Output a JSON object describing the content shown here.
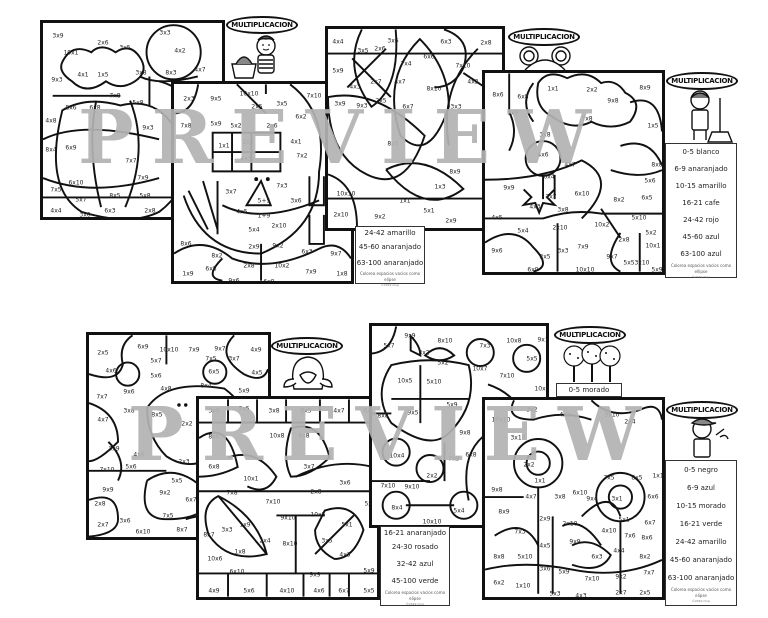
{
  "badge_text": "MULTIPLICACION",
  "watermark": "PREVIEW",
  "top_row": {
    "sheet1": {
      "character": "boy-with-basket",
      "cells": [
        "3x9",
        "2x6",
        "3x5",
        "3x3",
        "10x1",
        "4x2",
        "4x1",
        "1x5",
        "3x8",
        "8x3",
        "4x7",
        "9x3",
        "7x8",
        "5x8",
        "8x6",
        "6x8",
        "4x8",
        "9x3",
        "6x9",
        "8x4",
        "7x7",
        "6x10",
        "7x9",
        "7x5",
        "5x7",
        "8x5",
        "5x8",
        "4x4",
        "3x6",
        "6x3",
        "2x8"
      ]
    },
    "sheet2": {
      "cells": [
        "2x3",
        "9x5",
        "10x10",
        "7x10",
        "2x5",
        "3x5",
        "6x2",
        "7x8",
        "5x9",
        "5x2",
        "2x6",
        "1x1",
        "2x2",
        "4x1",
        "4x3",
        "7x2",
        "3x7",
        "7x3",
        "5+5",
        "3x6",
        "4x5",
        "1+9",
        "5x4",
        "2x10",
        "2x9",
        "9x2",
        "6x3",
        "9x7",
        "8x6",
        "8x2",
        "2x8",
        "10x2",
        "1x9",
        "6x8",
        "9x6",
        "6x9",
        "7x9",
        "1x8",
        "5x3",
        "3x10",
        "3x4",
        "4x2",
        "8x3"
      ]
    },
    "sheet3": {
      "character": "mouse",
      "cells": [
        "4x4",
        "3x6",
        "6x3",
        "2x8",
        "3x5",
        "2x6",
        "5x9",
        "7x4",
        "6x6",
        "7x10",
        "2x7",
        "4x7",
        "8x10",
        "4x2",
        "4x3",
        "2x5",
        "3x9",
        "9x3",
        "6x7",
        "3x3",
        "8x5",
        "8x9",
        "1x3",
        "1x1",
        "5x1",
        "10x10",
        "2x10",
        "9x2",
        "2x9",
        "6x8"
      ]
    },
    "sheet4": {
      "character": "girl-with-broom",
      "cells": [
        "1x1",
        "2x2",
        "8x9",
        "8x6",
        "6x8",
        "9x8",
        "3x9",
        "7x8",
        "1x5",
        "3x8",
        "4x6",
        "4x7",
        "8x8",
        "6x4",
        "5x6",
        "9x9",
        "6x10",
        "8x2",
        "6x5",
        "4x3",
        "3x8",
        "7x7",
        "4x5",
        "5x4",
        "2x10",
        "10x2",
        "5x10",
        "2x8",
        "5x2",
        "10x1",
        "9x6",
        "3x5",
        "3x3",
        "7x9",
        "9x7",
        "5x5",
        "3x10",
        "6x9",
        "10x10",
        "5x9"
      ],
      "legend": {
        "items": [
          "0-5 blanco",
          "6-9 anaranjado",
          "10-15 amarillo",
          "16-21 cafe",
          "24-42 rojo",
          "45-60 azul",
          "63-100 azul"
        ],
        "note": "Colorea espacios vacios como ellipse",
        "copyright": "©2019 mnp"
      }
    },
    "sheet3_legend_partial": {
      "items": [
        "24-42 amarillo",
        "45-60 anaranjado",
        "63-100 anaranjado"
      ],
      "note": "Colorea espacios vacios como elipse",
      "copyright": "©2019 mnp"
    }
  },
  "bottom_row": {
    "sheet5": {
      "character": "bird",
      "cells": [
        "2x5",
        "6x9",
        "10x10",
        "7x9",
        "9x7",
        "4x9",
        "5x7",
        "7x5",
        "3x7",
        "4x6",
        "4x5",
        "5x6",
        "6x5",
        "4x8",
        "8x4",
        "5x9",
        "7x7",
        "9x6",
        "3x8",
        "8x5",
        "4x7",
        "3x9",
        "2x2",
        "4x6",
        "7x10",
        "5x6",
        "2x3",
        "5x5",
        "9x9",
        "2x8",
        "9x2",
        "6x7",
        "2x7",
        "3x6",
        "7x5",
        "6x10",
        "8x7"
      ]
    },
    "sheet6": {
      "top_strip": [
        "3x9",
        "7x5",
        "3x8",
        "8x5",
        "4x7",
        "6x6"
      ],
      "bottom_strip": [
        "4x9",
        "5x6",
        "4x10",
        "4x6",
        "6x7",
        "5x5"
      ],
      "cells": [
        "8x6",
        "10x8",
        "8x8",
        "6x8",
        "3x7",
        "10x1",
        "3x6",
        "7x8",
        "2x8",
        "7x10",
        "5x10",
        "9x10",
        "10x5",
        "5x1",
        "8x7",
        "3x3",
        "1x9",
        "2x4",
        "8x10",
        "3x5",
        "4x3",
        "1x8",
        "10x6",
        "6x10",
        "9x9",
        "5x9"
      ]
    },
    "sheet7": {
      "character": "trees",
      "cells": [
        "5x7",
        "9x9",
        "8x10",
        "7x3",
        "10x8",
        "9x10",
        "3x2",
        "5x2",
        "5x5",
        "10x7",
        "10x5",
        "5x10",
        "7x10",
        "10x9",
        "9x5",
        "5x9",
        "8x8",
        "9x8",
        "10x4",
        "7x9",
        "6x8",
        "2x2",
        "7x10",
        "9x10",
        "8x4",
        "5x4",
        "10x10"
      ],
      "legend": {
        "items": [
          "0-5 morado",
          "16-21 anaranjado",
          "24-30 rosado",
          "32-42 azul",
          "45-100 verde"
        ],
        "note": "Colorea espacios vacios como elipse",
        "copyright": "©2019 mnp"
      }
    },
    "sheet8": {
      "character": "gardener",
      "cells": [
        "3x2",
        "4x2",
        "10x10",
        "9x10",
        "3x10",
        "2x4",
        "2x2",
        "1x1",
        "7x5",
        "8x5",
        "1x10",
        "9x8",
        "4x7",
        "3x8",
        "6x10",
        "9x4",
        "3x1",
        "6x6",
        "8x9",
        "2x9",
        "2x10",
        "5x1",
        "6x7",
        "7x3",
        "4x10",
        "7x6",
        "8x6",
        "4x5",
        "9x9",
        "4x4",
        "8x8",
        "5x10",
        "3x6",
        "5x9",
        "6x3",
        "8x2",
        "6x2",
        "1x10",
        "7x10",
        "9x2",
        "7x7",
        "5x3",
        "4x3",
        "2x7",
        "2x5"
      ],
      "legend": {
        "items": [
          "0-5 negro",
          "6-9 azul",
          "10-15 morado",
          "16-21 verde",
          "24-42 amarillo",
          "45-60 anaranjado",
          "63-100 anaranjado"
        ],
        "note": "Colorea espacios vacios como elipse",
        "copyright": "©2019 mnp"
      }
    }
  }
}
